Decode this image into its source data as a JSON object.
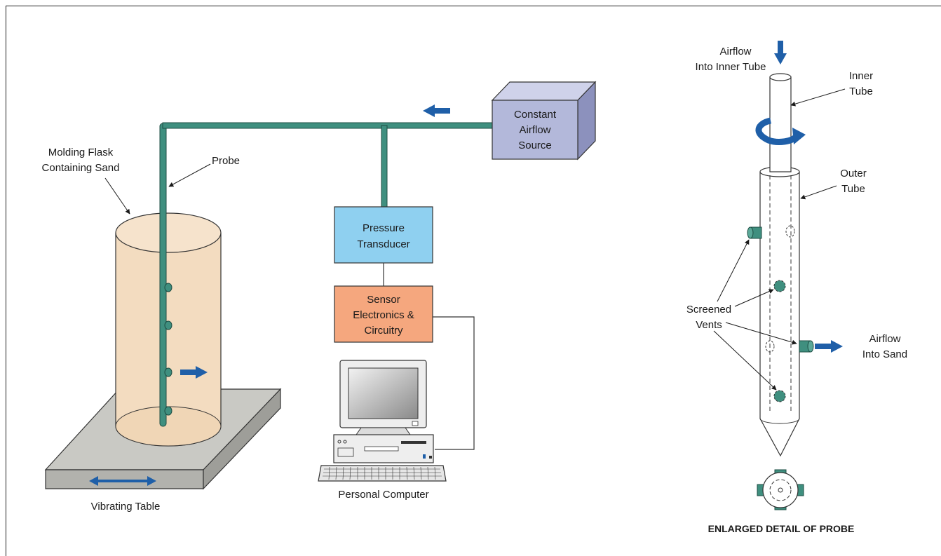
{
  "labels": {
    "molding_flask": [
      "Molding Flask",
      "Containing Sand"
    ],
    "probe": "Probe",
    "vibrating_table": "Vibrating Table",
    "pressure_transducer": [
      "Pressure",
      "Transducer"
    ],
    "sensor_electronics": [
      "Sensor",
      "Electronics &",
      "Circuitry"
    ],
    "constant_airflow": [
      "Constant",
      "Airflow",
      "Source"
    ],
    "personal_computer": "Personal Computer",
    "airflow_inner": [
      "Airflow",
      "Into Inner Tube"
    ],
    "inner_tube": [
      "Inner",
      "Tube"
    ],
    "outer_tube": [
      "Outer",
      "Tube"
    ],
    "screened_vents": [
      "Screened",
      "Vents"
    ],
    "airflow_sand": [
      "Airflow",
      "Into Sand"
    ],
    "enlarged_detail": "ENLARGED DETAIL OF PROBE"
  },
  "colors": {
    "probe": "#3f8f7f",
    "arrow": "#1f5fa8",
    "sand": "#f3dcc0",
    "table": "#c9c9c4",
    "transducer_box": "#8fd0f0",
    "sensor_box": "#f5a77e",
    "airflow_box": "#b3b8da"
  }
}
